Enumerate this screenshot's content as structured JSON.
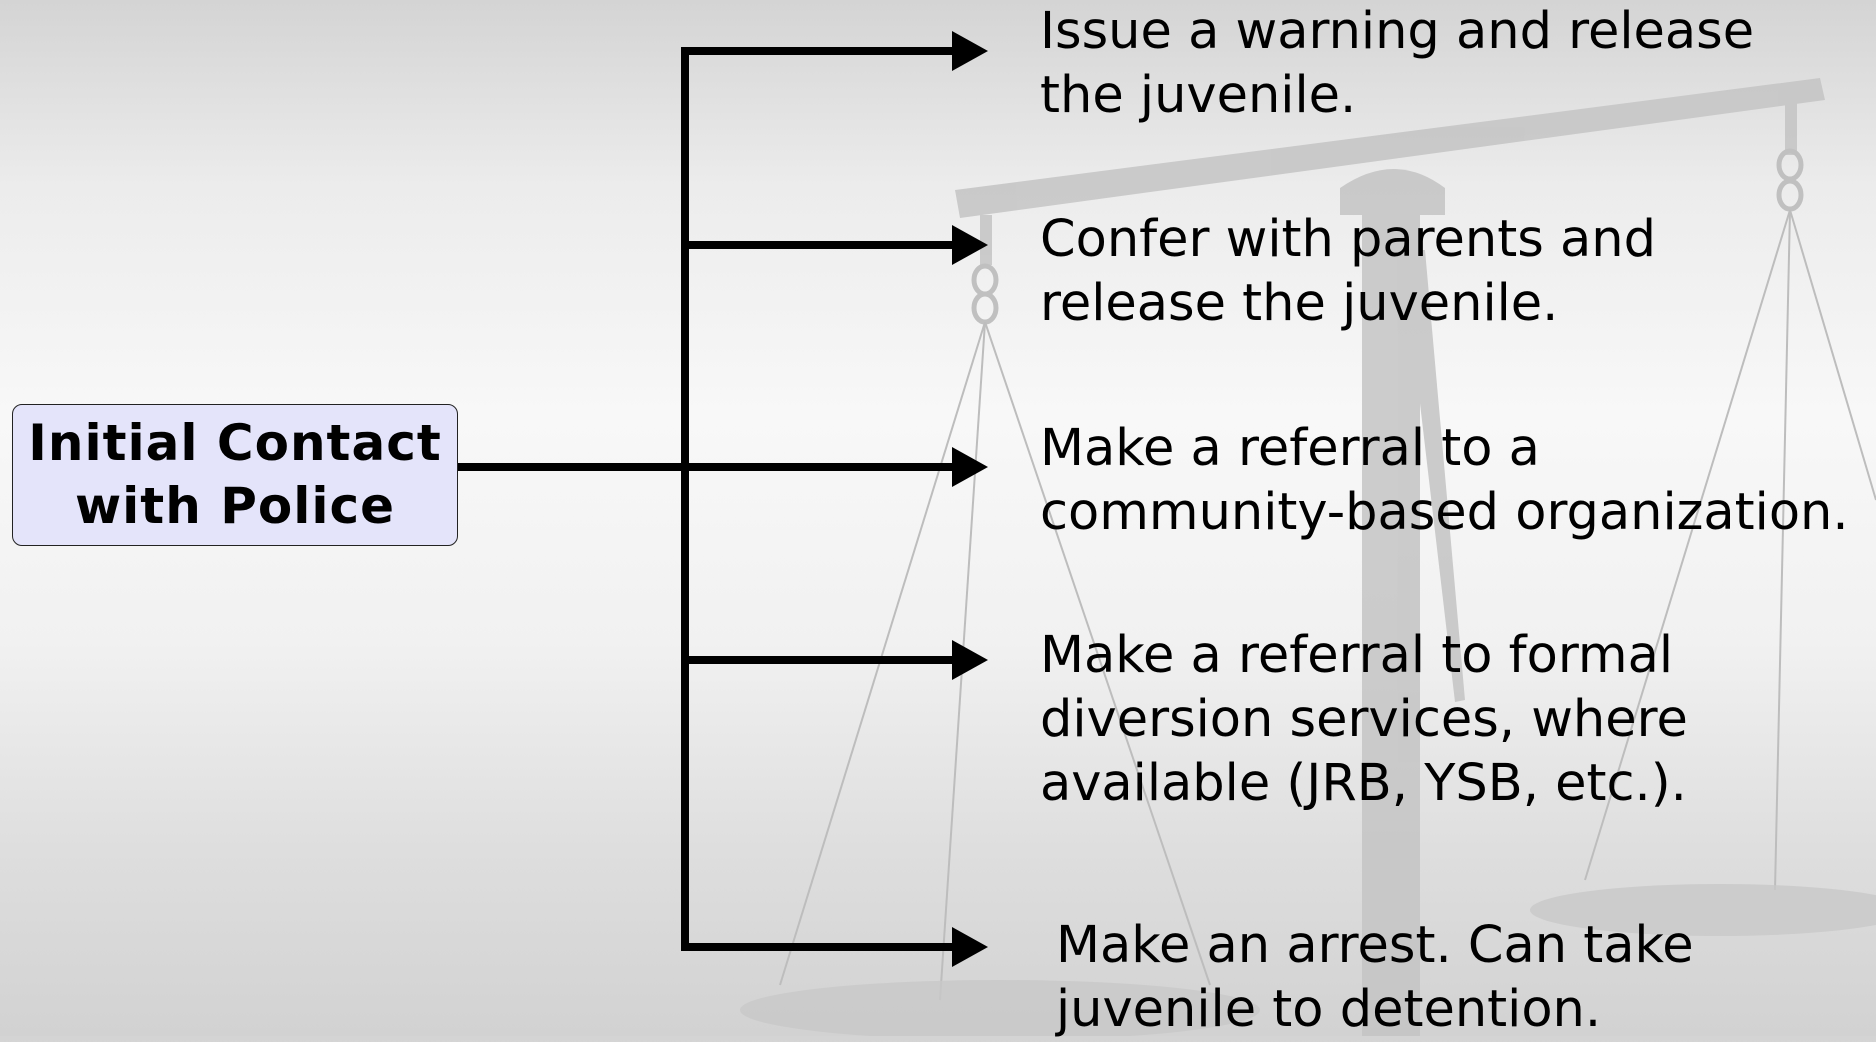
{
  "source": {
    "line1": "Initial Contact",
    "line2": "with Police"
  },
  "outcomes": [
    {
      "text": "Issue a warning and release\nthe juvenile."
    },
    {
      "text": "Confer with parents and\nrelease the juvenile."
    },
    {
      "text": "Make a referral to a\ncommunity-based organization."
    },
    {
      "text": "Make a referral to formal\ndiversion services, where\navailable (JRB, YSB, etc.)."
    },
    {
      "text": "Make an arrest. Can take\njuvenile to detention."
    }
  ],
  "colors": {
    "box_fill": "#e4e4fa",
    "connector": "#000000"
  },
  "background_image": "scales-of-justice-watermark"
}
